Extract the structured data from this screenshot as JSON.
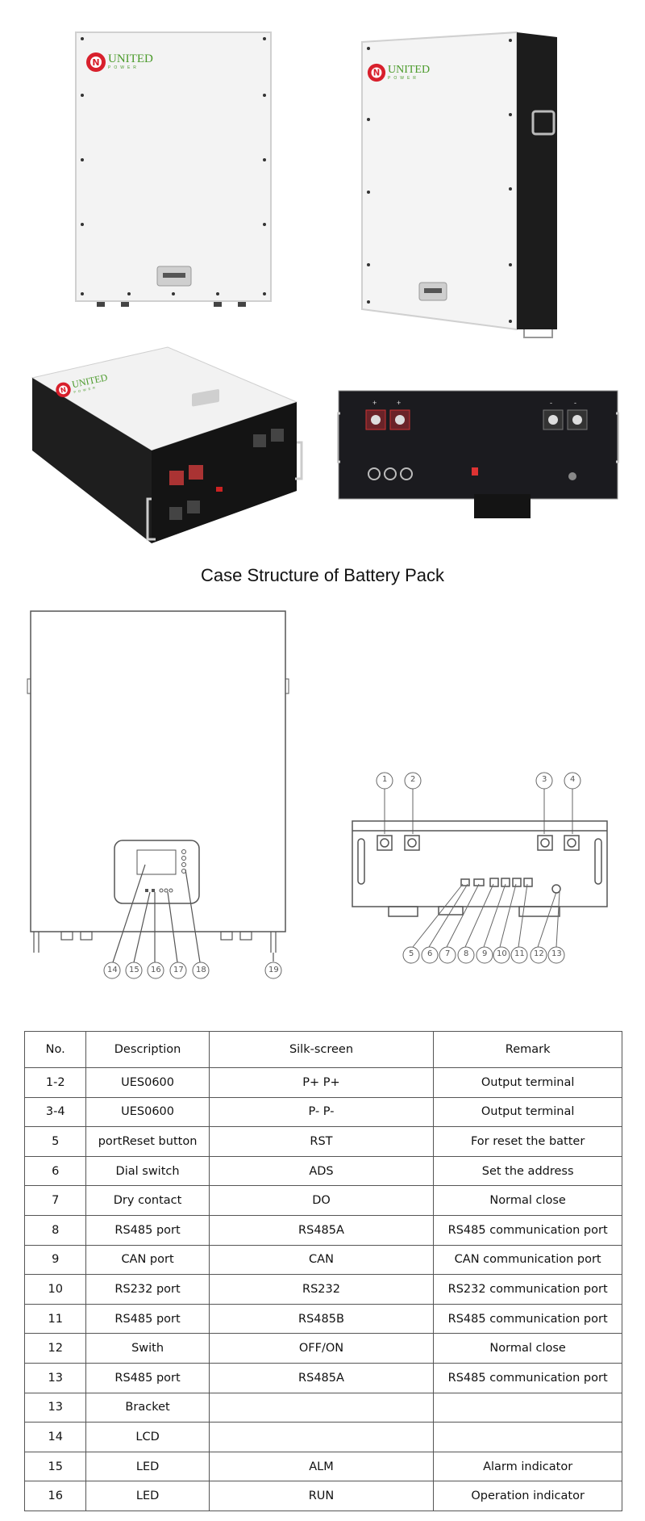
{
  "brand": {
    "name": "UNITED",
    "sub": "POWER",
    "logo_red": "#d8202c",
    "logo_green": "#4a9a2a"
  },
  "caption": "Case Structure of Battery Pack",
  "rear_panel_labels": {
    "plus_1": "+",
    "plus_2": "+",
    "minus_1": "-",
    "minus_2": "-"
  },
  "callouts_rear": [
    "1",
    "2",
    "3",
    "4",
    "5",
    "6",
    "7",
    "8",
    "9",
    "10",
    "11",
    "12",
    "13"
  ],
  "callouts_front": [
    "14",
    "15",
    "16",
    "17",
    "18",
    "19"
  ],
  "table": {
    "headers": [
      "No.",
      "Description",
      "Silk-screen",
      "Remark"
    ],
    "rows": [
      [
        "1-2",
        "UES0600",
        "P+ P+",
        "Output terminal"
      ],
      [
        "3-4",
        "UES0600",
        "P- P-",
        "Output terminal"
      ],
      [
        "5",
        "portReset button",
        "RST",
        "For reset the batter"
      ],
      [
        "6",
        "Dial switch",
        "ADS",
        "Set the address"
      ],
      [
        "7",
        "Dry contact",
        "DO",
        "Normal close"
      ],
      [
        "8",
        "RS485 port",
        "RS485A",
        "RS485 communication port"
      ],
      [
        "9",
        "CAN port",
        "CAN",
        "CAN communication port"
      ],
      [
        "10",
        "RS232 port",
        "RS232",
        "RS232 communication port"
      ],
      [
        "11",
        "RS485 port",
        "RS485B",
        "RS485 communication port"
      ],
      [
        "12",
        "Swith",
        "OFF/ON",
        "Normal close"
      ],
      [
        "13",
        "RS485 port",
        "RS485A",
        "RS485 communication port"
      ],
      [
        "13",
        "Bracket",
        "",
        ""
      ],
      [
        "14",
        "LCD",
        "",
        ""
      ],
      [
        "15",
        "LED",
        "ALM",
        "Alarm indicator"
      ],
      [
        "16",
        "LED",
        "RUN",
        "Operation indicator"
      ]
    ]
  }
}
